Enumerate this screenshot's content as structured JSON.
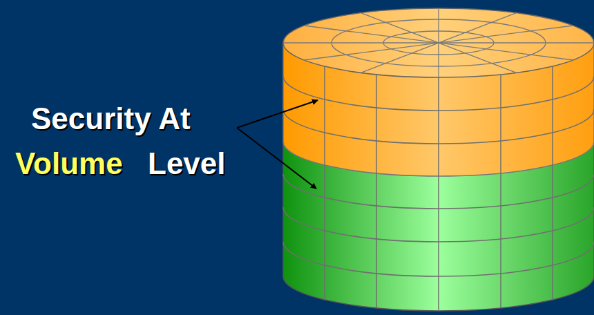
{
  "diagram": {
    "labels": [
      "Security At",
      "Volume",
      "Level"
    ]
  }
}
